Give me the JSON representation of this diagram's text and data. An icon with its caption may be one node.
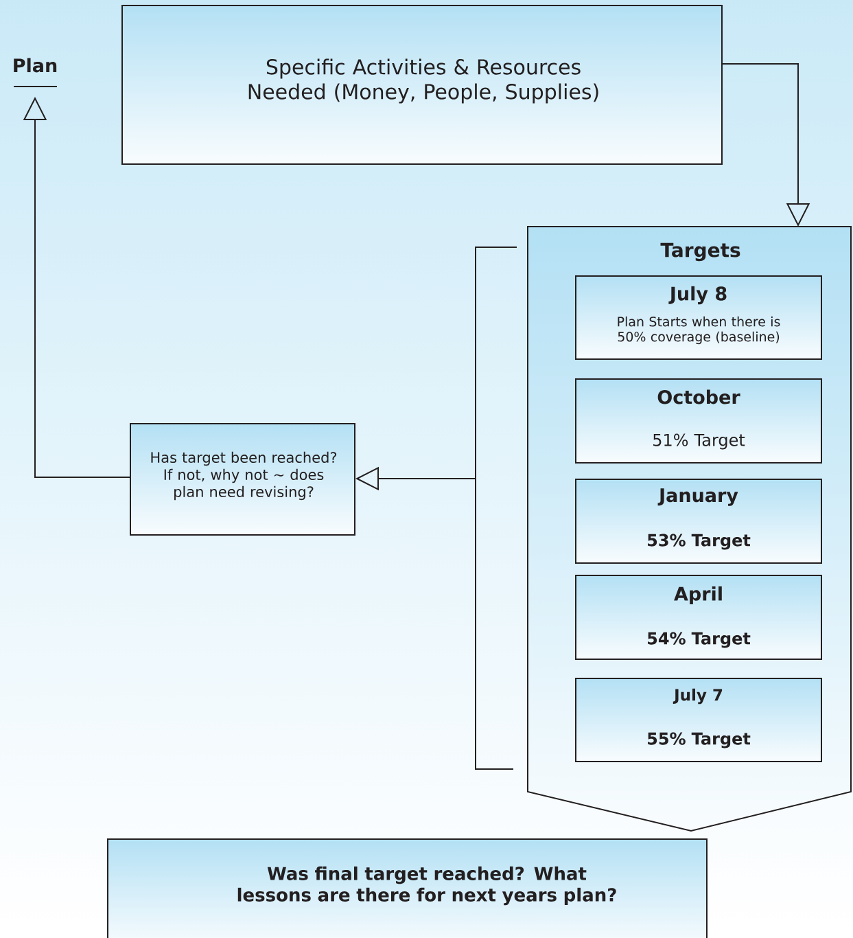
{
  "diagram": {
    "nodes": [
      {
        "text": [
          "Plan"
        ]
      },
      {
        "text": [
          "Specific Activities & Resources Needed (Money, People, Supplies)"
        ]
      },
      {
        "text": [
          "Targets"
        ]
      },
      {
        "text": [
          "July 8",
          "Plan Starts when there is 50% coverage (baseline)"
        ],
        "in": 2
      },
      {
        "text": [
          "October",
          "51% Target"
        ],
        "in": 2
      },
      {
        "text": [
          "January",
          "53% Target"
        ],
        "in": 2
      },
      {
        "text": [
          "April",
          "54% Target"
        ],
        "in": 2
      },
      {
        "text": [
          "July 7",
          "55% Target"
        ],
        "in": 2
      },
      {
        "text": [
          "Has target been reached? If not, why not ~ does plan need revising?"
        ]
      },
      {
        "text": [
          "Was final target reached? What lessons are there for next years plan?"
        ]
      }
    ],
    "edges": [
      {
        "from": 1,
        "to": 2,
        "arrow": "to"
      },
      {
        "from": 2,
        "to": 8,
        "arrow": "to"
      },
      {
        "from": 8,
        "to": 0,
        "arrow": "to"
      }
    ]
  }
}
